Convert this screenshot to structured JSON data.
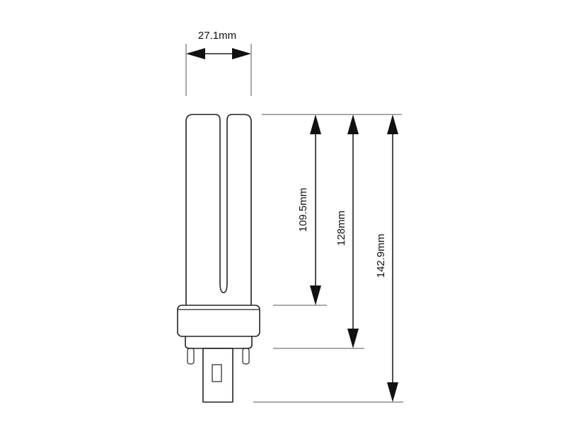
{
  "diagram": {
    "subject": "compact fluorescent lamp (2-pin base)",
    "line_color": "#222222",
    "background": "#ffffff",
    "dimensions": {
      "width": "27.1mm",
      "tube_length": "109.5mm",
      "lamp_body_length": "128mm",
      "overall_length": "142.9mm"
    }
  }
}
